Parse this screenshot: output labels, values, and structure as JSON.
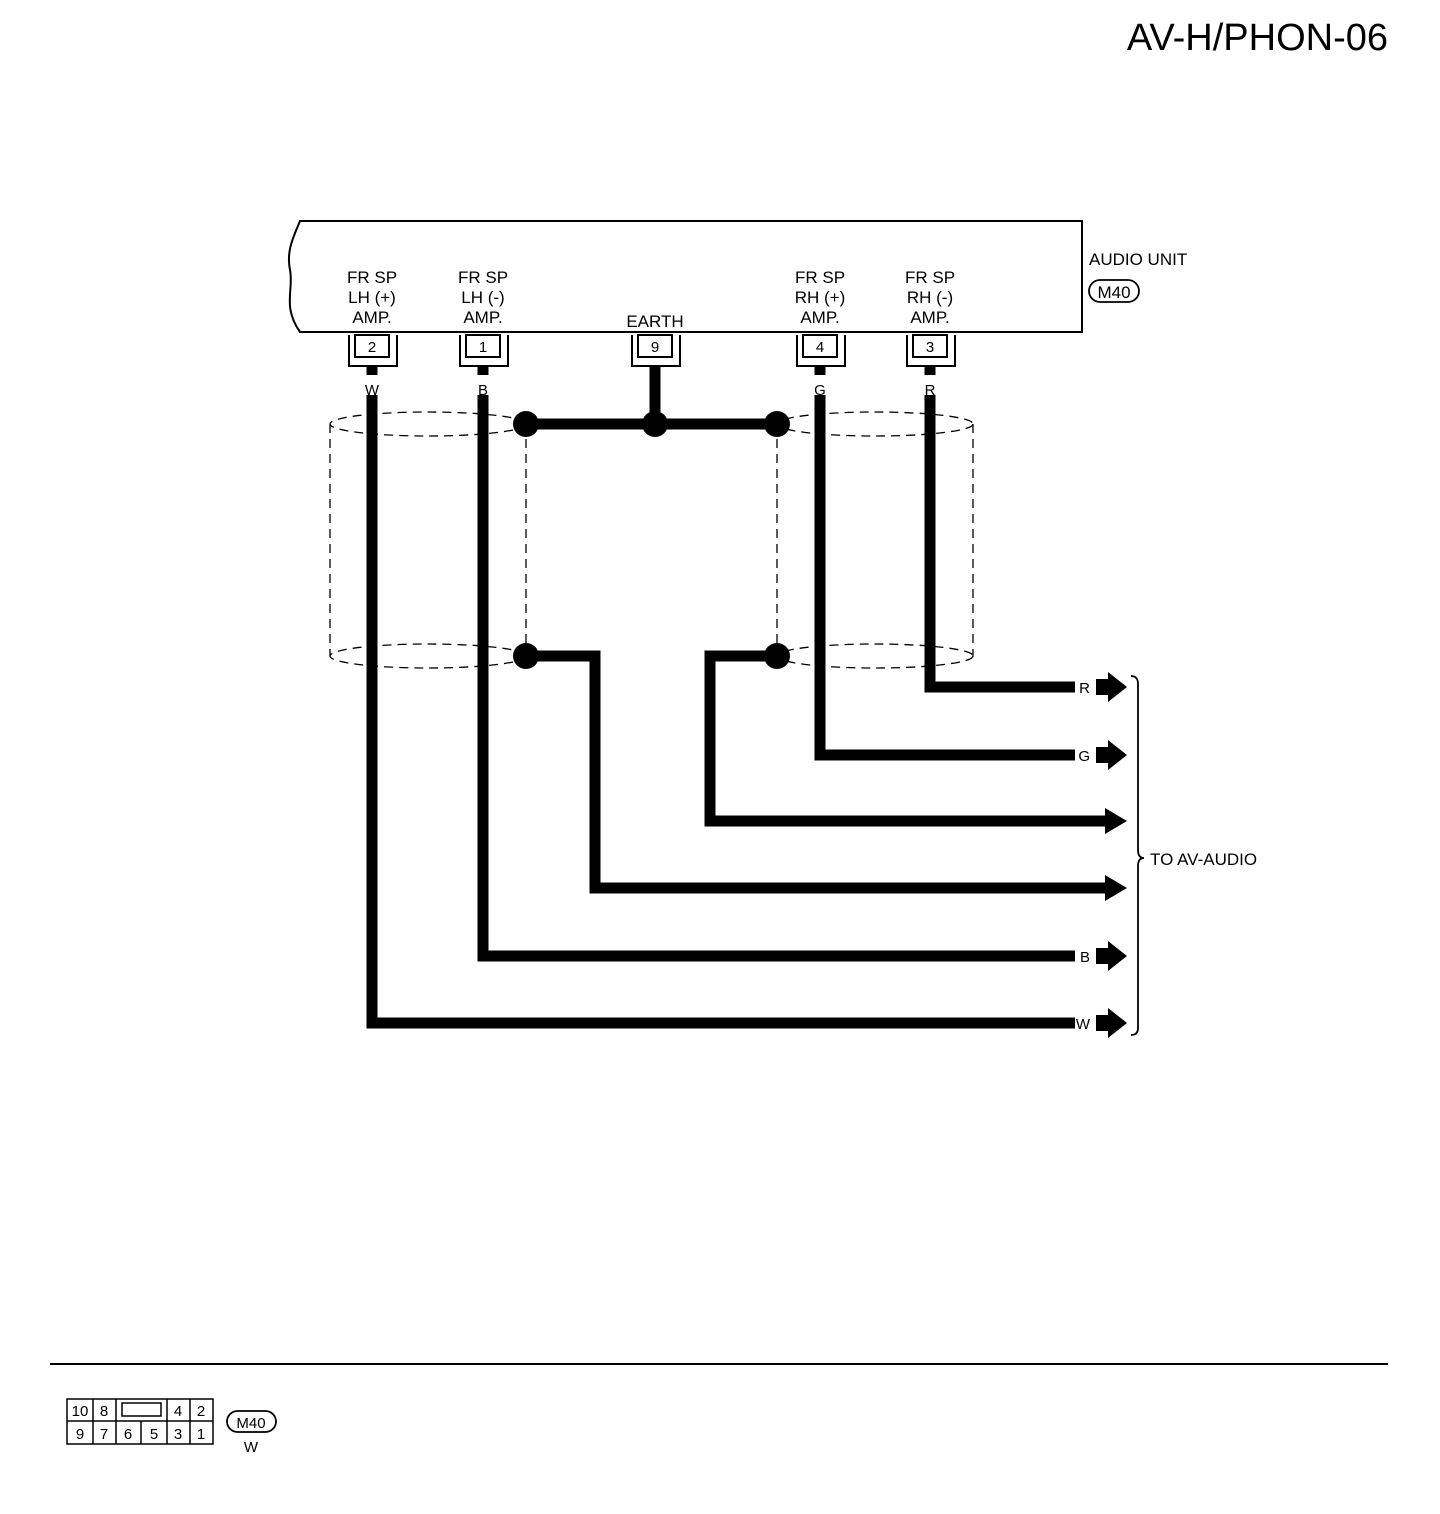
{
  "title": "AV-H/PHON-06",
  "unit": {
    "name": "AUDIO UNIT",
    "connector": "M40"
  },
  "pins": [
    {
      "num": "2",
      "l1": "FR SP",
      "l2": "LH (+)",
      "l3": "AMP.",
      "wire": "W"
    },
    {
      "num": "1",
      "l1": "FR SP",
      "l2": "LH (-)",
      "l3": "AMP.",
      "wire": "B"
    },
    {
      "num": "9",
      "l1": "",
      "l2": "",
      "l3": "EARTH",
      "wire": ""
    },
    {
      "num": "4",
      "l1": "FR SP",
      "l2": "RH (+)",
      "l3": "AMP.",
      "wire": "G"
    },
    {
      "num": "3",
      "l1": "FR SP",
      "l2": "RH (-)",
      "l3": "AMP.",
      "wire": "R"
    }
  ],
  "outputs": {
    "destination": "TO AV-AUDIO",
    "labels": [
      "R",
      "G",
      "",
      "",
      "B",
      "W"
    ]
  },
  "connector_face": {
    "top": [
      "10",
      "8",
      "",
      "4",
      "2"
    ],
    "bottom": [
      "9",
      "7",
      "6",
      "5",
      "3",
      "1"
    ],
    "id": "M40",
    "color": "W"
  }
}
